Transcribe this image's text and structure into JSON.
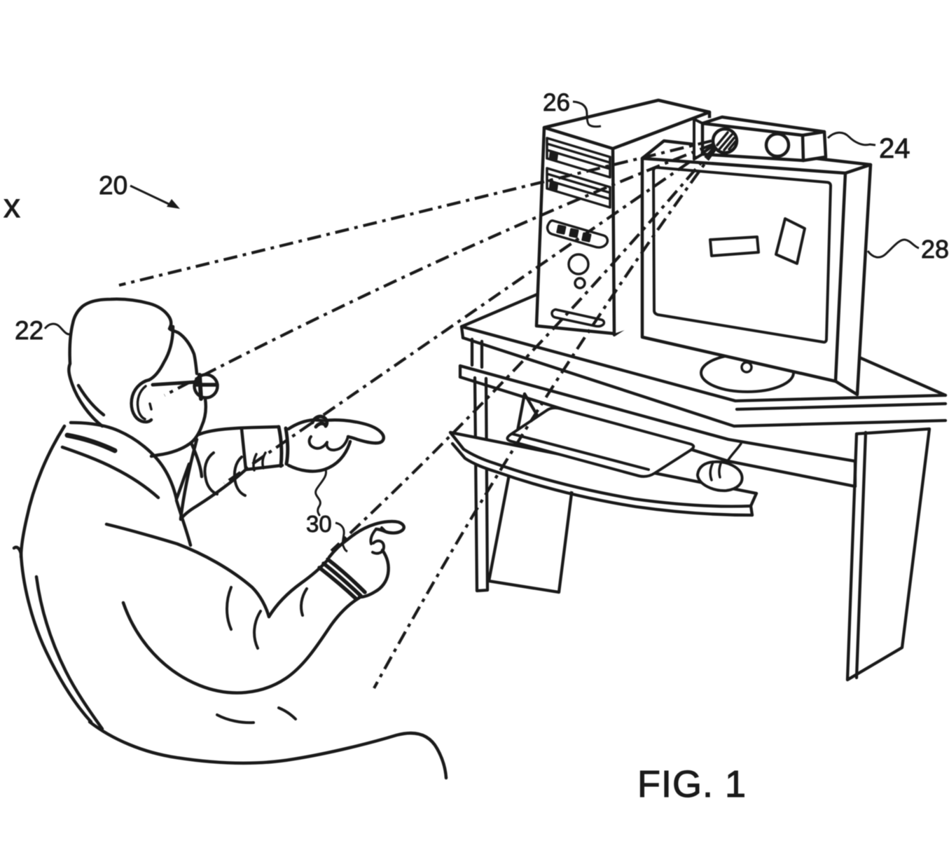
{
  "figure": {
    "caption": "FIG. 1",
    "margin_mark": "x"
  },
  "reference_labels": {
    "system": {
      "text": "20",
      "points_to": "overall gesture-control system"
    },
    "user": {
      "text": "22",
      "points_to": "seated user"
    },
    "sensing_device": {
      "text": "24",
      "points_to": "3d sensing camera on display"
    },
    "computer": {
      "text": "26",
      "points_to": "computer tower"
    },
    "display": {
      "text": "28",
      "points_to": "monitor"
    },
    "hand": {
      "text": "30",
      "points_to": "pointing hands"
    }
  },
  "style": {
    "ink": "#1a1a1a",
    "background": "#ffffff"
  }
}
